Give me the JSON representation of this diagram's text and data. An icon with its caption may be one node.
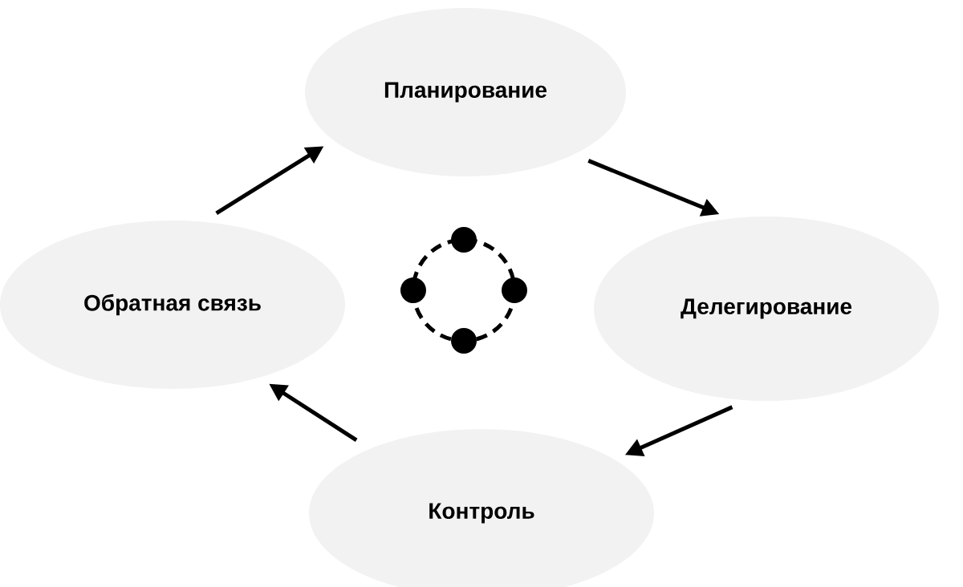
{
  "diagram": {
    "nodes": [
      {
        "text": [
          "Планирование"
        ]
      },
      {
        "text": [
          "Делегирование"
        ]
      },
      {
        "text": [
          "Контроль"
        ]
      },
      {
        "text": [
          "Обратная связь"
        ]
      }
    ],
    "edges": [
      {
        "from": 0,
        "to": 1,
        "arrow": "to"
      },
      {
        "from": 1,
        "to": 2,
        "arrow": "to"
      },
      {
        "from": 2,
        "to": 3,
        "arrow": "to"
      },
      {
        "from": 3,
        "to": 0,
        "arrow": "to"
      }
    ]
  }
}
